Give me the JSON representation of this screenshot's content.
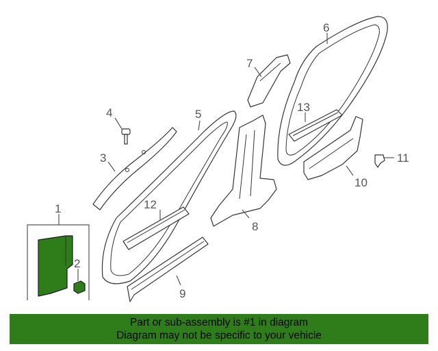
{
  "callouts": {
    "c1": "1",
    "c2": "2",
    "c3": "3",
    "c4": "4",
    "c5": "5",
    "c6": "6",
    "c7": "7",
    "c8": "8",
    "c9": "9",
    "c10": "10",
    "c11": "11",
    "c12": "12",
    "c13": "13"
  },
  "footer": {
    "line1": "Part or sub-assembly is #1 in diagram",
    "line2": "Diagram may not be specific to your vehicle"
  },
  "colors": {
    "highlight": "#2e7d1a",
    "footer_bg": "#2e7d1a"
  }
}
